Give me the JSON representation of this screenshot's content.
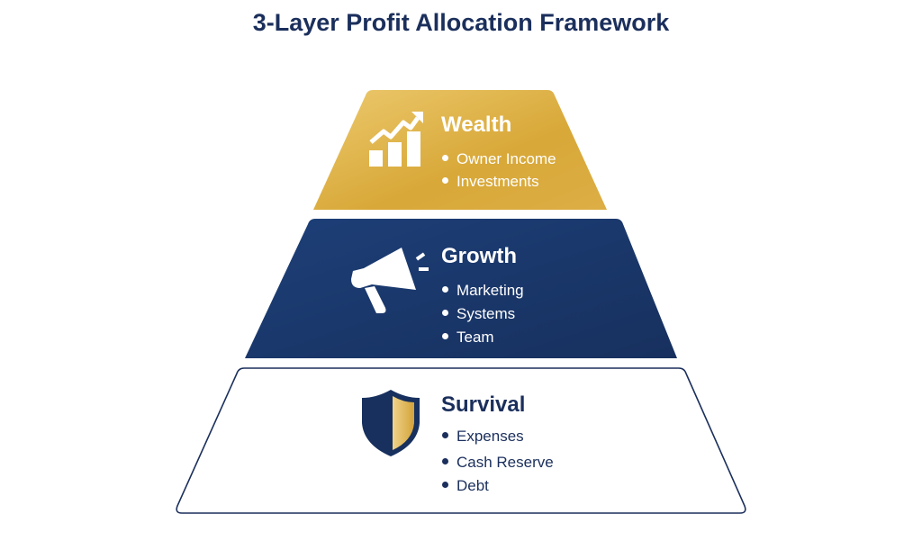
{
  "title": "3-Layer Profit Allocation Framework",
  "colors": {
    "gold": "#d9aa3c",
    "navy": "#1c3a6e",
    "dark_text": "#1b2f5c",
    "outline": "#1b2f5c"
  },
  "layers": [
    {
      "name": "Wealth",
      "icon": "growth-chart-icon",
      "items": [
        "Owner Income",
        "Investments"
      ]
    },
    {
      "name": "Growth",
      "icon": "megaphone-icon",
      "items": [
        "Marketing",
        "Systems",
        "Team"
      ]
    },
    {
      "name": "Survival",
      "icon": "shield-icon",
      "items": [
        "Expenses",
        "Cash Reserve",
        "Debt"
      ]
    }
  ]
}
